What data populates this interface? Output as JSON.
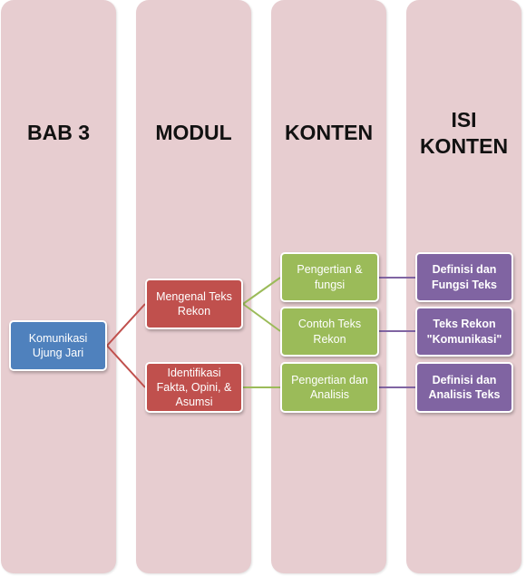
{
  "columns": [
    {
      "title": "BAB 3"
    },
    {
      "title": "MODUL"
    },
    {
      "title": "KONTEN"
    },
    {
      "title": "ISI\nKONTEN"
    }
  ],
  "nodes": {
    "bab": {
      "label": "Komunikasi\nUjung Jari"
    },
    "modul_1": {
      "label": "Mengenal Teks\nRekon"
    },
    "modul_2": {
      "label": "Identifikasi\nFakta, Opini, &\nAsumsi"
    },
    "konten_1": {
      "label": "Pengertian &\nfungsi"
    },
    "konten_2": {
      "label": "Contoh Teks\nRekon"
    },
    "konten_3": {
      "label": "Pengertian dan\nAnalisis"
    },
    "isi_1": {
      "label": "Definisi dan\nFungsi Teks"
    },
    "isi_2": {
      "label": "Teks Rekon\n\"Komunikasi\""
    },
    "isi_3": {
      "label": "Definisi dan\nAnalisis Teks"
    }
  },
  "colors": {
    "column_bg": "#e7cdd0",
    "bab": "#4f81bd",
    "modul": "#c0504d",
    "konten": "#9bbb59",
    "isi": "#8064a2"
  }
}
